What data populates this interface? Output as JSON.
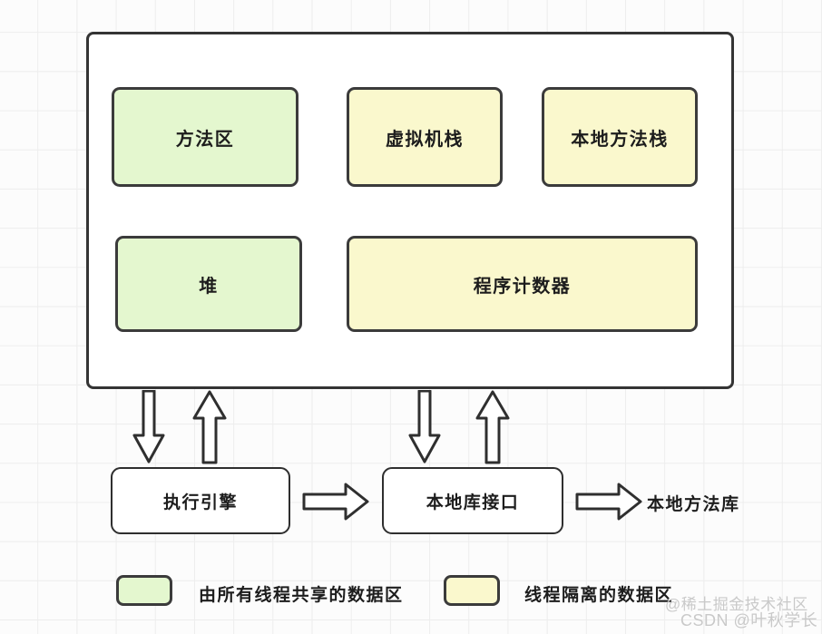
{
  "diagram": {
    "title_present": false,
    "runtime_area": {
      "name": "runtime-data-area-container",
      "regions": [
        {
          "id": "method-area",
          "label": "方法区",
          "color": "#e4f7cf",
          "kind": "shared"
        },
        {
          "id": "vm-stack",
          "label": "虚拟机栈",
          "color": "#faf8cd",
          "kind": "isolated"
        },
        {
          "id": "native-stack",
          "label": "本地方法栈",
          "color": "#faf8cd",
          "kind": "isolated"
        },
        {
          "id": "heap",
          "label": "堆",
          "color": "#e4f7cf",
          "kind": "shared"
        },
        {
          "id": "pc-register",
          "label": "程序计数器",
          "color": "#faf8cd",
          "kind": "isolated"
        }
      ]
    },
    "bottom_nodes": [
      {
        "id": "exec-engine",
        "label": "执行引擎",
        "color": "#ffffff"
      },
      {
        "id": "native-iface",
        "label": "本地库接口",
        "color": "#ffffff"
      },
      {
        "id": "native-lib",
        "label": "本地方法库",
        "color": "none"
      }
    ],
    "arrows": [
      {
        "id": "arrow-down-1",
        "icon": "arrow-down-icon",
        "from": "runtime-area",
        "to": "exec-engine"
      },
      {
        "id": "arrow-up-1",
        "icon": "arrow-up-icon",
        "from": "exec-engine",
        "to": "runtime-area"
      },
      {
        "id": "arrow-down-2",
        "icon": "arrow-down-icon",
        "from": "runtime-area",
        "to": "native-iface"
      },
      {
        "id": "arrow-up-2",
        "icon": "arrow-up-icon",
        "from": "native-iface",
        "to": "runtime-area"
      },
      {
        "id": "arrow-right-1",
        "icon": "arrow-right-icon",
        "from": "exec-engine",
        "to": "native-iface"
      },
      {
        "id": "arrow-right-2",
        "icon": "arrow-right-icon",
        "from": "native-iface",
        "to": "native-lib"
      }
    ],
    "legend": {
      "shared": {
        "label": "由所有线程共享的数据区",
        "color": "#e4f7cf"
      },
      "isolated": {
        "label": "线程隔离的数据区",
        "color": "#faf8cd"
      }
    },
    "watermarks": {
      "juejin": "@稀土掘金技术社区",
      "csdn": "CSDN @叶秋学长"
    },
    "colors": {
      "shared_fill": "#e4f7cf",
      "isolated_fill": "#faf8cd",
      "plain_fill": "#ffffff",
      "stroke": "#343434",
      "grid": "#ededed",
      "background": "#fcfcfc"
    }
  }
}
